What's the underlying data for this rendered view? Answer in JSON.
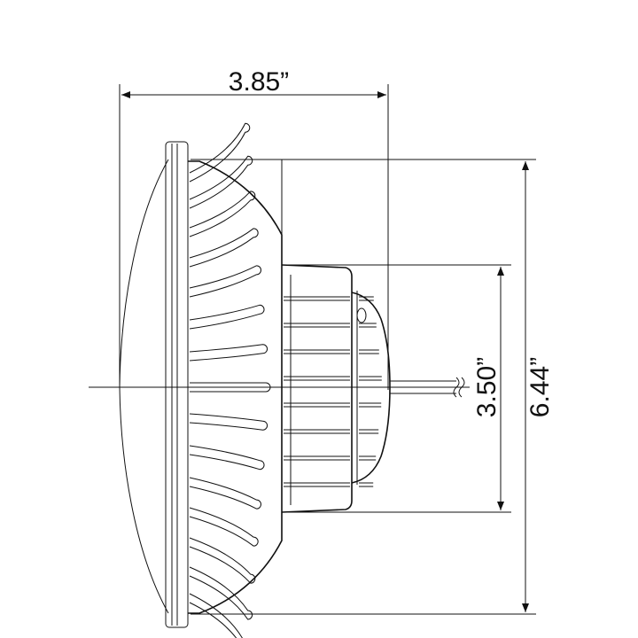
{
  "drawing": {
    "subject": "",
    "dimensions": {
      "overall_depth": "3.85”",
      "rear_housing_diameter": "3.50”",
      "overall_diameter": "6.44”"
    },
    "line_color": "#111111",
    "background": "#ffffff"
  }
}
